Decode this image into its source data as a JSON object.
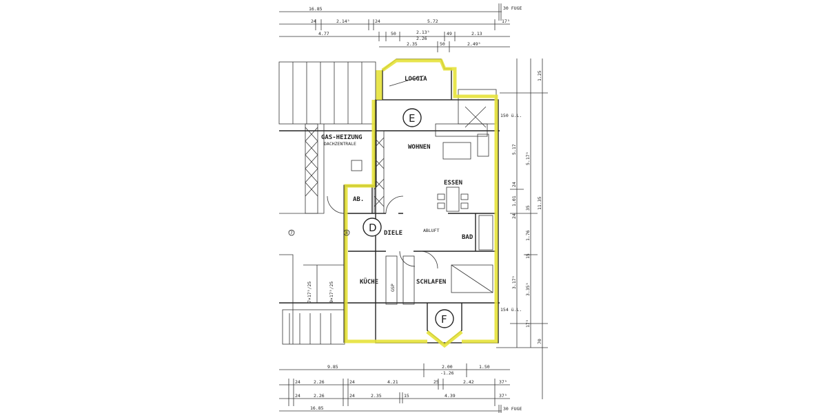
{
  "plan": {
    "highlight_color": "#e6e23a",
    "rooms": {
      "loggia": "LOGGIA",
      "gas_heizung": "GAS-HEIZUNG",
      "dachzentrale": "DACHZENTRALE",
      "wohnen": "WOHNEN",
      "essen": "ESSEN",
      "ab": "AB.",
      "diele": "DIELE",
      "abluft": "ABLUFT",
      "bad": "BAD",
      "kueche": "KÜCHE",
      "schlafen": "SCHLAFEN",
      "gsp": "GSP"
    },
    "markers": {
      "e": "E",
      "d": "D",
      "f": "F",
      "seven": "7",
      "eight": "8"
    },
    "levels": {
      "upper": "150 ü.L.",
      "lower": "154 ü.L."
    },
    "stairs": {
      "a": "9×17⁵/25",
      "b": "7×17⁵/25"
    },
    "top_dims": {
      "row1": {
        "total": "16.85",
        "fuge": "30 FUGE"
      },
      "row2": [
        "24",
        "2.14⁵",
        "24",
        "5.72",
        "17⁵"
      ],
      "row3": [
        "4.77",
        "50",
        "2.13⁵",
        "2.26",
        "49",
        "2.13"
      ],
      "row4": [
        "2.35",
        "50",
        "2.49⁵"
      ]
    },
    "bottom_dims": {
      "row1": [
        "9.85",
        "2.00",
        "-1.26",
        "1.50"
      ],
      "row2": [
        "24",
        "2.26",
        "24",
        "4.21",
        "25",
        "2.42",
        "37⁵"
      ],
      "row3": [
        "24",
        "2.26",
        "24",
        "2.35",
        "15",
        "4.39",
        "37⁵"
      ],
      "row4": {
        "total": "16.85",
        "fuge": "30 FUGE"
      }
    },
    "right_dims": {
      "col1": [
        "5.17",
        "24",
        "1.01",
        "24",
        "3.17⁵"
      ],
      "col2": [
        "5.17⁵",
        "35",
        "1.76",
        "15",
        "3.35⁵",
        "17⁵"
      ],
      "col3": [
        "1.25",
        "11.35",
        "70"
      ]
    }
  }
}
